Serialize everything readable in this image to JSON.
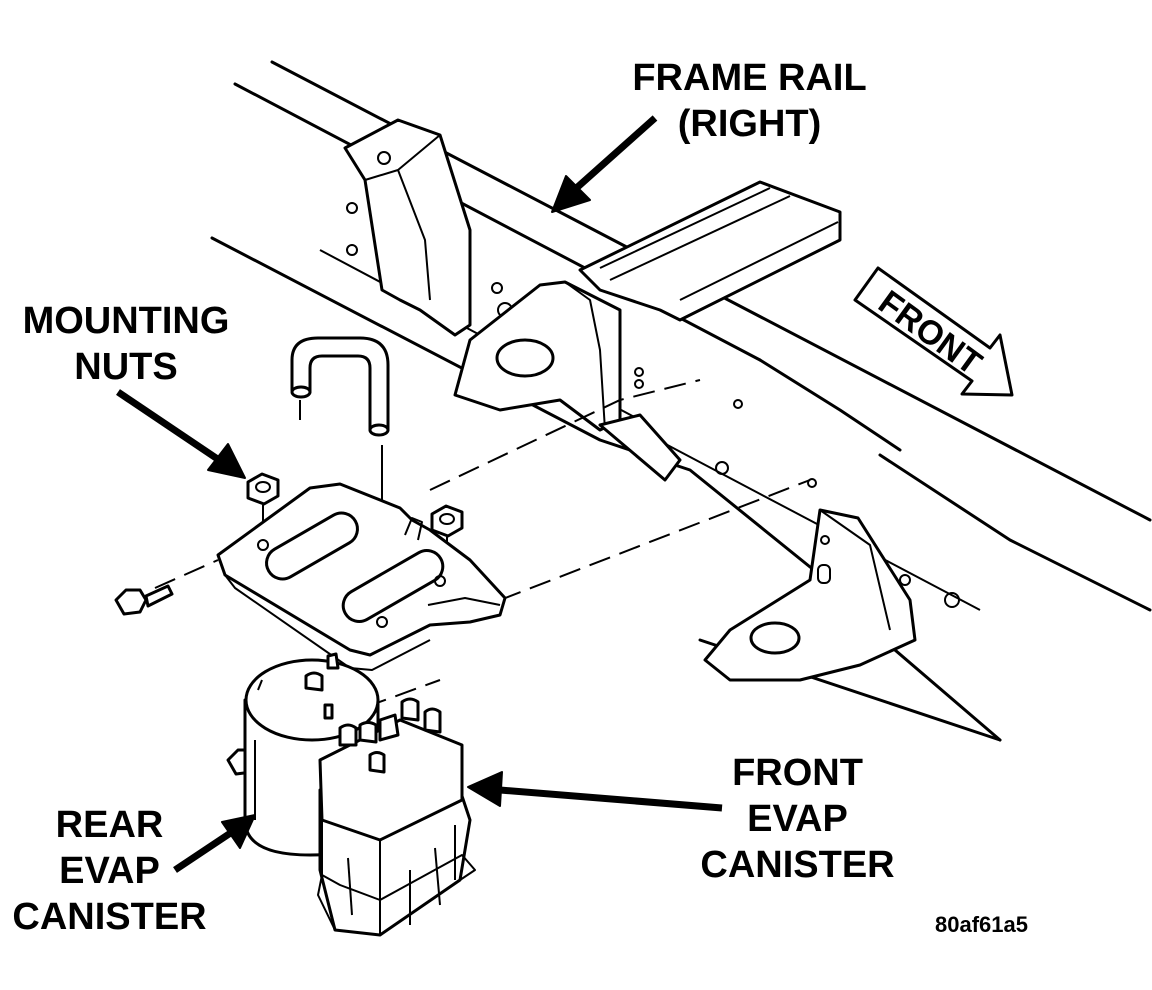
{
  "labels": {
    "frame_rail_line1": "FRAME RAIL",
    "frame_rail_line2": "(RIGHT)",
    "mounting_nuts_line1": "MOUNTING",
    "mounting_nuts_line2": "NUTS",
    "front_direction": "FRONT",
    "front_evap_line1": "FRONT",
    "front_evap_line2": "EVAP",
    "front_evap_line3": "CANISTER",
    "rear_evap_line1": "REAR",
    "rear_evap_line2": "EVAP",
    "rear_evap_line3": "CANISTER"
  },
  "figure_code": "80af61a5",
  "colors": {
    "line": "#000000",
    "background": "#ffffff"
  }
}
